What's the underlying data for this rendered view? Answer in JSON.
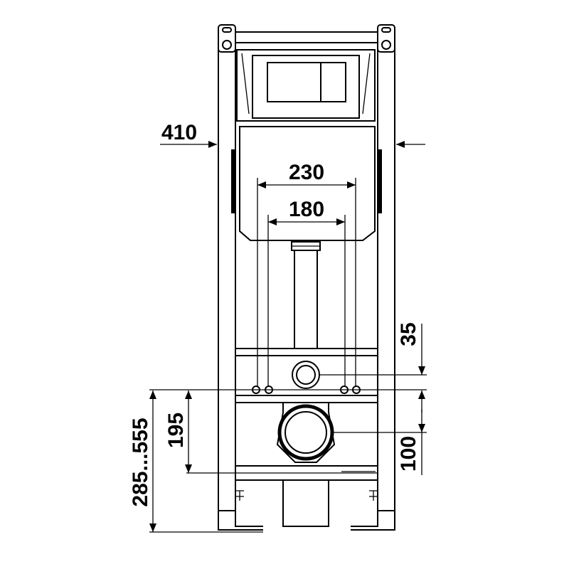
{
  "dimensions": {
    "frame_width": "410",
    "outer_spacing": "230",
    "inner_spacing": "180",
    "top_offset": "35",
    "drain_offset": "100",
    "height_195": "195",
    "height_range": "285...555"
  }
}
